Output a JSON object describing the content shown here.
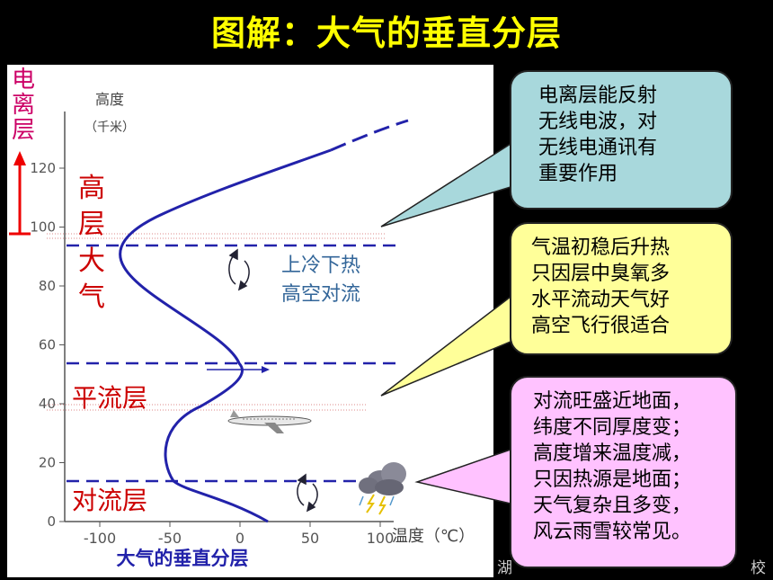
{
  "title": "图解：大气的垂直分层",
  "diagram": {
    "ionosphere_label": "电离层",
    "altitude_label": "高度",
    "altitude_unit": "（千米）",
    "y_ticks": [
      "0",
      "20",
      "40",
      "60",
      "80",
      "100",
      "120"
    ],
    "x_ticks": [
      "-100",
      "-50",
      "0",
      "50",
      "100"
    ],
    "x_axis_label": "温度（℃）",
    "caption": "大气的垂直分层",
    "layer_high_chars": [
      "高",
      "层",
      "大",
      "气"
    ],
    "layer_strat": "平流层",
    "layer_tropo": "对流层",
    "mesosphere_note_line1": "上冷下热",
    "mesosphere_note_line2": "高空对流",
    "colors": {
      "curve": "#2222aa",
      "layer_text": "#cc0000",
      "ionosphere": "#cc0066",
      "arrow": "#ee0000"
    }
  },
  "callouts": {
    "ionosphere": [
      "电离层能反射",
      "无线电波，对",
      "无线电通讯有",
      "重要作用"
    ],
    "stratosphere": [
      "气温初稳后升热",
      "只因层中臭氧多",
      "水平流动天气好",
      "高空飞行很适合"
    ],
    "troposphere": [
      "对流旺盛近地面，",
      "纬度不同厚度变；",
      "高度增来温度减，",
      "只因热源是地面；",
      "天气复杂且多变，",
      "风云雨雪较常见。"
    ]
  },
  "footer_left": "湖",
  "footer_right": "校"
}
